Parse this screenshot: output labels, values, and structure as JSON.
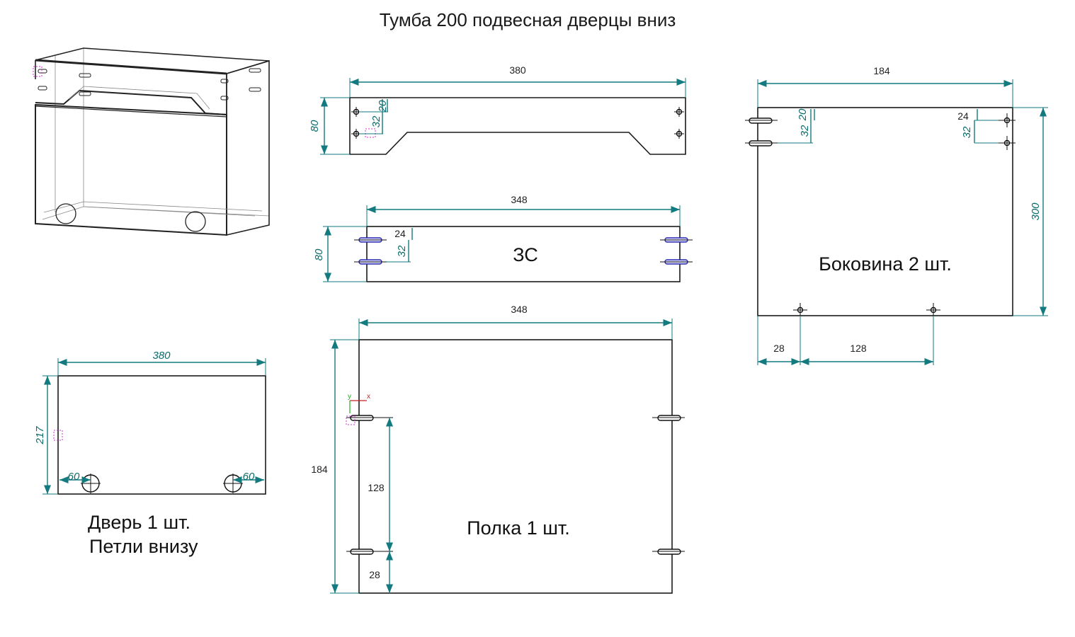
{
  "title": "Тумба 200 подвесная дверцы вниз",
  "colors": {
    "dimension": "#137a80",
    "outline": "#1a1a1a",
    "confirmat": "#2a2ab0"
  },
  "top_panel": {
    "width": "380",
    "height": "80",
    "e1": "32",
    "e2": "20"
  },
  "back_panel": {
    "name": "ЗС",
    "width": "348",
    "height": "80",
    "e1": "24",
    "e2": "32"
  },
  "side_panel": {
    "label": "Боковина 2 шт.",
    "width": "184",
    "height": "300",
    "e_left_a": "32",
    "e_left_b": "20",
    "e_right_a": "24",
    "e_right_b": "32",
    "bottom_offset": "28",
    "bottom_spacing": "128"
  },
  "shelf": {
    "label": "Полка 1 шт.",
    "width": "348",
    "height": "184",
    "spacing": "128",
    "offset": "28",
    "axis_x": "x",
    "axis_y": "y"
  },
  "door": {
    "label_line1": "Дверь 1 шт.",
    "label_line2": "Петли внизу",
    "width": "380",
    "height": "217",
    "hinge_left": "60",
    "hinge_right": "60"
  }
}
